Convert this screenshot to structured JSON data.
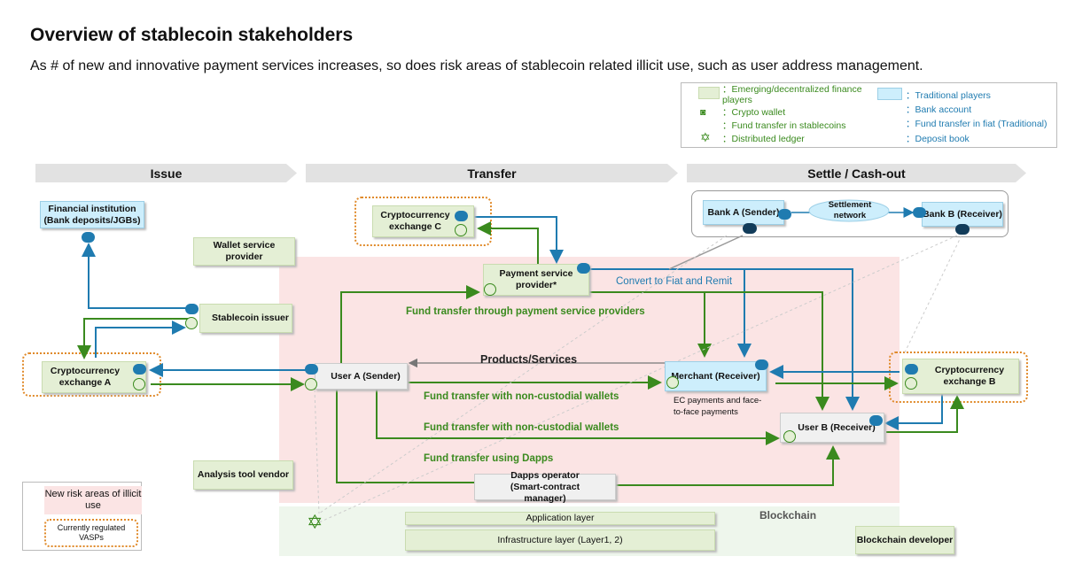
{
  "title": "Overview of stablecoin stakeholders",
  "subtitle": "As # of new and innovative payment services increases, so does risk areas of stablecoin related illicit use, such as user address management.",
  "legend": {
    "emerging": "：Emerging/decentralized finance players",
    "wallet": "：Crypto wallet",
    "stable": "：Fund transfer in stablecoins",
    "ledger": "：Distributed ledger",
    "traditional": "：Traditional players",
    "bank": "：Bank account",
    "fiat": "：Fund transfer in fiat (Traditional)",
    "deposit": "：Deposit book"
  },
  "phases": [
    "Issue",
    "Transfer",
    "Settle / Cash-out"
  ],
  "nodes": {
    "fin": "Financial institution (Bank deposits/JGBs)",
    "wsp": "Wallet service provider",
    "issuer": "Stablecoin issuer",
    "exA": "Cryptocurrency exchange A",
    "userA": "User A (Sender)",
    "exC": "Cryptocurrency exchange C",
    "psp": "Payment service provider*",
    "merchant": "Merchant (Receiver)",
    "bankA": "Bank A (Sender)",
    "settle": "Settlement network",
    "bankB": "Bank B (Receiver)",
    "exB": "Cryptocurrency exchange B",
    "userB": "User B (Receiver)",
    "analysis": "Analysis tool vendor",
    "dapps": "Dapps operator (Smart-contract manager)",
    "app": "Application layer",
    "infra": "Infrastructure layer (Layer1, 2)",
    "blockchain": "Blockchain",
    "bcdev": "Blockchain developer"
  },
  "labels": {
    "convert": "Convert to Fiat and Remit",
    "psp_transfer": "Fund transfer through payment service providers",
    "products": "Products/Services",
    "noncust1": "Fund transfer with non-custodial wallets",
    "noncust2": "Fund transfer with non-custodial wallets",
    "dapps": "Fund transfer using Dapps",
    "ec": "EC payments and face-to-face payments"
  },
  "risk_legend": {
    "new": "New risk areas of illicit use",
    "regulated": "Currently regulated VASPs"
  },
  "colors": {
    "stablecoin": "#3a8a1e",
    "fiat": "#1f7bb0",
    "risk": "#fbe4e4",
    "regulated": "#e08a2a"
  }
}
